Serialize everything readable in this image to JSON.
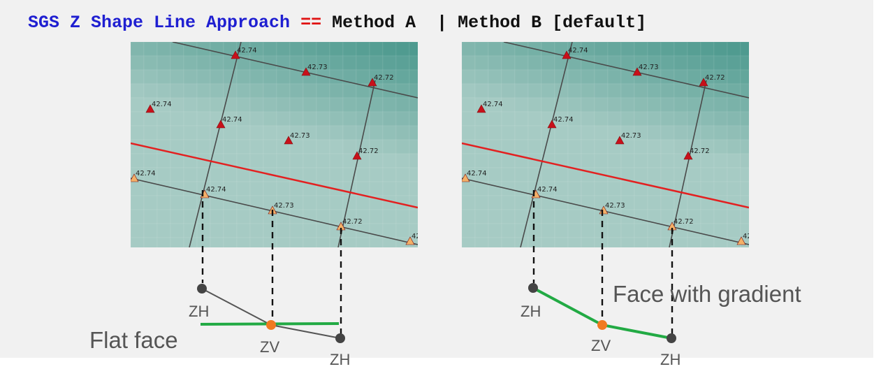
{
  "title": {
    "part1": "SGS Z Shape Line Approach",
    "operator": "==",
    "part2": "Method A  | Method B [default]"
  },
  "panels": [
    {
      "id": "method-a",
      "markers": [
        {
          "label": "42.74",
          "color": "red"
        },
        {
          "label": "42.73",
          "color": "red"
        },
        {
          "label": "42.72",
          "color": "red"
        },
        {
          "label": "42.74",
          "color": "red"
        },
        {
          "label": "42.74",
          "color": "red"
        },
        {
          "label": "42.73",
          "color": "red"
        },
        {
          "label": "42.72",
          "color": "red"
        },
        {
          "label": "42.74",
          "color": "orange"
        },
        {
          "label": "42.74",
          "color": "orange"
        },
        {
          "label": "42.73",
          "color": "orange"
        },
        {
          "label": "42.72",
          "color": "orange"
        },
        {
          "label": "42",
          "color": "orange"
        }
      ]
    },
    {
      "id": "method-b",
      "markers": [
        {
          "label": "42.74",
          "color": "red"
        },
        {
          "label": "42.73",
          "color": "red"
        },
        {
          "label": "42.72",
          "color": "red"
        },
        {
          "label": "42.74",
          "color": "red"
        },
        {
          "label": "42.74",
          "color": "red"
        },
        {
          "label": "42.73",
          "color": "red"
        },
        {
          "label": "42.72",
          "color": "red"
        },
        {
          "label": "42.74",
          "color": "orange"
        },
        {
          "label": "42.74",
          "color": "orange"
        },
        {
          "label": "42.73",
          "color": "orange"
        },
        {
          "label": "42.72",
          "color": "orange"
        },
        {
          "label": "42",
          "color": "orange"
        }
      ]
    }
  ],
  "diagram_a": {
    "caption": "Flat face",
    "labels": {
      "zh_left": "ZH",
      "zv": "ZV",
      "zh_right": "ZH"
    }
  },
  "diagram_b": {
    "caption": "Face with gradient",
    "labels": {
      "zh_left": "ZH",
      "zv": "ZV",
      "zh_right": "ZH"
    }
  },
  "colors": {
    "title_blue": "#1f1fd1",
    "title_red": "#e01010",
    "map_background": "#a6cbc4",
    "red_line": "#e32020",
    "face_green": "#22aa44",
    "zv_orange": "#f07a20",
    "node_gray": "#444444",
    "triangle_red": "#c8101a",
    "triangle_orange": "#f4b068"
  },
  "icons": [
    "triangle-marker-icon",
    "node-dot-icon"
  ]
}
